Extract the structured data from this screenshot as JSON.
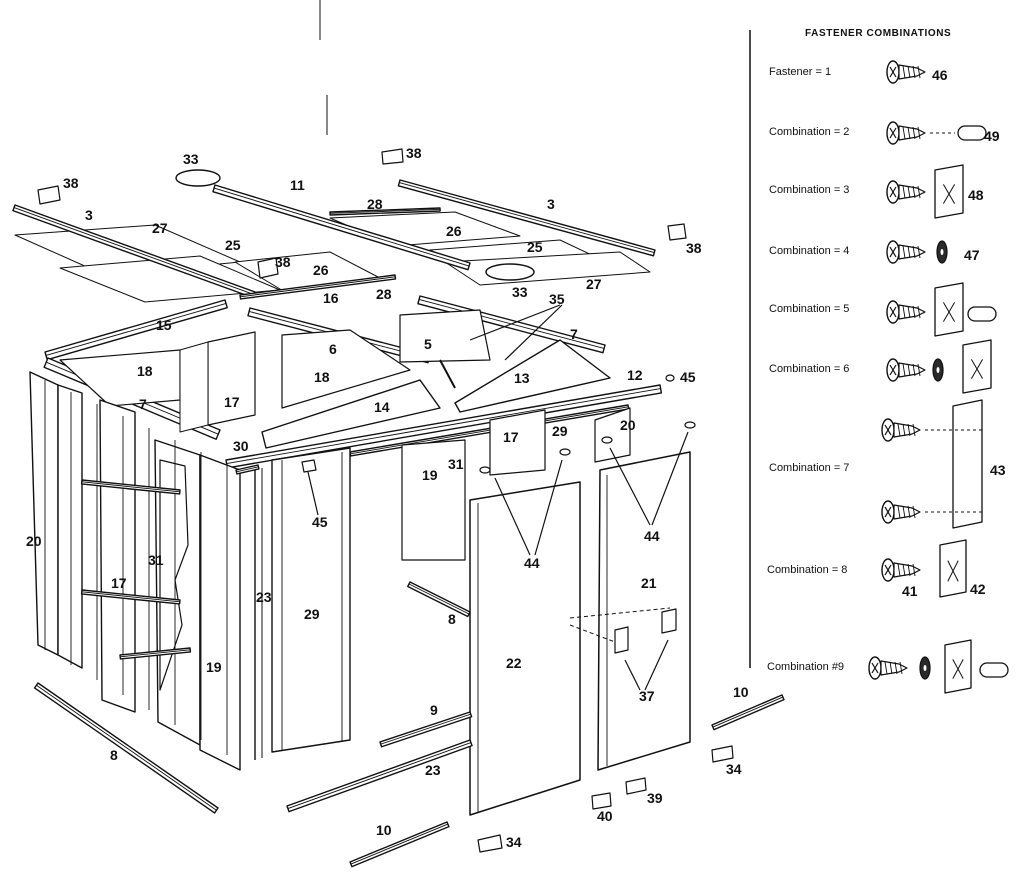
{
  "legend": {
    "title": "FASTENER COMBINATIONS",
    "rows": [
      {
        "label": "Fastener = 1",
        "parts": [
          "46"
        ]
      },
      {
        "label": "Combination = 2",
        "parts": [
          "49"
        ]
      },
      {
        "label": "Combination = 3",
        "parts": [
          "48"
        ]
      },
      {
        "label": "Combination = 4",
        "parts": [
          "47"
        ]
      },
      {
        "label": "Combination = 5",
        "parts": []
      },
      {
        "label": "Combination = 6",
        "parts": []
      },
      {
        "label": "Combination = 7",
        "parts": [
          "43"
        ]
      },
      {
        "label": "Combination = 8",
        "parts": [
          "41",
          "42"
        ]
      },
      {
        "label": "Combination #9",
        "parts": []
      }
    ]
  },
  "callouts": [
    "38",
    "33",
    "38",
    "11",
    "28",
    "3",
    "3",
    "27",
    "26",
    "25",
    "25",
    "38",
    "26",
    "28",
    "33",
    "27",
    "38",
    "16",
    "35",
    "15",
    "7",
    "6",
    "5",
    "18",
    "18",
    "13",
    "12",
    "45",
    "17",
    "14",
    "7",
    "30",
    "17",
    "29",
    "20",
    "31",
    "19",
    "20",
    "44",
    "45",
    "31",
    "44",
    "17",
    "21",
    "23",
    "29",
    "8",
    "19",
    "22",
    "37",
    "8",
    "9",
    "10",
    "23",
    "34",
    "39",
    "40",
    "10",
    "34"
  ],
  "colors": {
    "ink": "#111111",
    "panel": "#ffffff",
    "shade": "#2a2a2a"
  }
}
